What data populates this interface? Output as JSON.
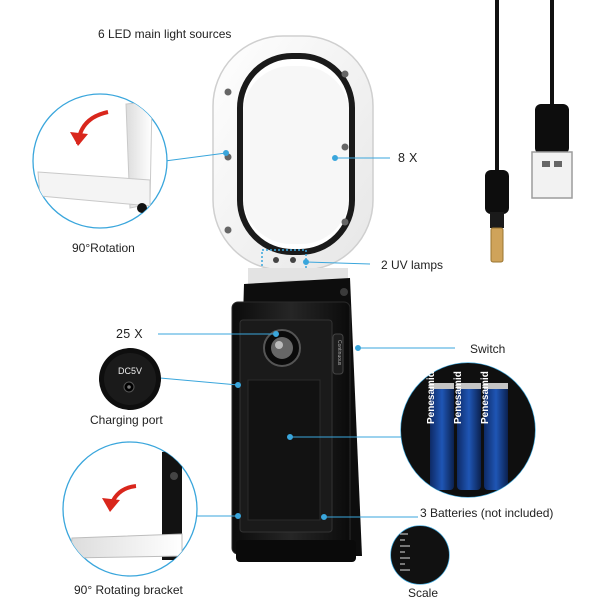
{
  "labels": {
    "led_sources": "6 LED main light sources",
    "magnify_8x": "8 X",
    "uv_lamps": "2 UV lamps",
    "rotation_90": "90°Rotation",
    "magnify_25x": "25 X",
    "switch": "Switch",
    "charging_port": "Charging port",
    "dc5v": "DC5V",
    "batteries": "3 Batteries (not included)",
    "rotating_bracket": "90° Rotating bracket",
    "scale": "Scale"
  },
  "battery_brand": "Penesamid",
  "accent_color": "#3aa6dc",
  "arrow_color": "#d9261c",
  "device_color": "#141414",
  "icons": [
    "rotation-arrow-icon",
    "usb-plug-icon",
    "dc-barrel-plug-icon",
    "led-dot-icon"
  ]
}
